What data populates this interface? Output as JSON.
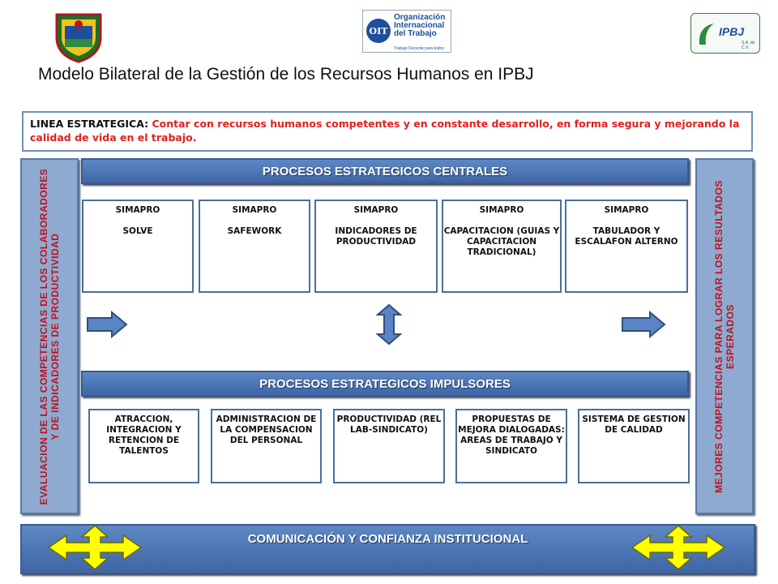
{
  "title": "Modelo Bilateral de la Gestión de los Recursos Humanos en IPBJ",
  "logos": {
    "oit_name": "Organización Internacional del Trabajo",
    "oit_tagline": "Trabajo Decente para todos",
    "oit_mark": "OIT",
    "ipbj": "IPBJ",
    "ipbj_sub": "S.A. de C.V."
  },
  "linea": {
    "label": "LINEA ESTRATEGICA:",
    "text": "Contar con recursos humanos competentes y en constante desarrollo, en forma segura y mejorando la calidad de vida en el trabajo."
  },
  "left_panel": "EVALUACION DE LAS COMPETENCIAS DE LOS COLABORADORES Y DE INDICADORES DE PRODUCTIVIDAD",
  "right_panel": "MEJORES COMPETENCIAS PARA LOGRAR LOS RESULTADOS ESPERADOS",
  "centrales": {
    "header": "PROCESOS ESTRATEGICOS CENTRALES",
    "boxes": [
      "SIMAPRO\n\nSOLVE",
      "SIMAPRO\n\nSAFEWORK",
      "SIMAPRO\n\nINDICADORES DE PRODUCTIVIDAD",
      "SIMAPRO\n\nCAPACITACION (GUIAS Y CAPACITACION TRADICIONAL)",
      "SIMAPRO\n\nTABULADOR Y ESCALAFON ALTERNO"
    ]
  },
  "impulsores": {
    "header": "PROCESOS ESTRATEGICOS IMPULSORES",
    "boxes": [
      "ATRACCION, INTEGRACION Y RETENCION DE TALENTOS",
      "ADMINISTRACION DE LA COMPENSACION DEL PERSONAL",
      "PRODUCTIVIDAD (REL LAB-SINDICATO)",
      "PROPUESTAS DE MEJORA DIALOGADAS: AREAS DE TRABAJO Y SINDICATO",
      "SISTEMA DE GESTION DE CALIDAD"
    ]
  },
  "footer": "COMUNICACIÓN Y CONFIANZA INSTITUCIONAL",
  "colors": {
    "panel": "#8faad0",
    "bar": "#4a72b0",
    "accent_red": "#e02020",
    "yellow": "#ffff00"
  }
}
